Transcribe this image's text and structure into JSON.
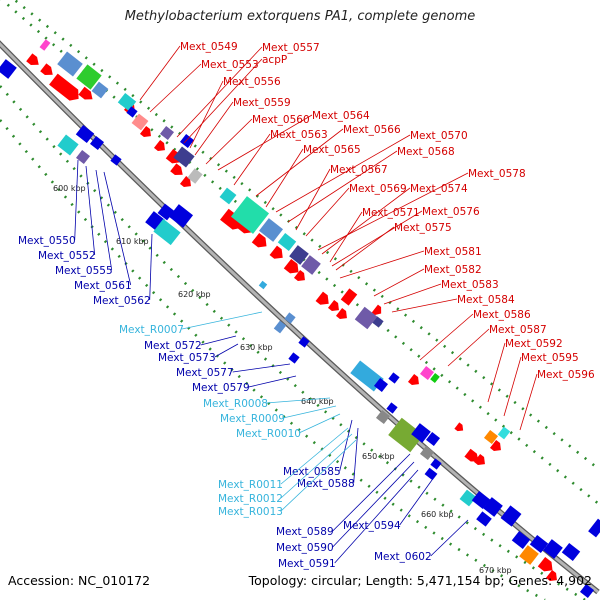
{
  "title": "Methylobacterium extorquens PA1, complete genome",
  "footer": {
    "accession": "Accession: NC_010172",
    "summary": "Topology: circular; Length: 5,471,154 bp; Genes: 4,902"
  },
  "colors": {
    "forward_label": "#d40000",
    "reverse_label": "#0000aa",
    "rna_label": "#36b4dc",
    "backbone": "#8c8c8c",
    "tick_dots": "#2e8b2e"
  },
  "ticks": [
    "600 kbp",
    "610 kbp",
    "620 kbp",
    "630 kbp",
    "640 kbp",
    "650 kbp",
    "660 kbp",
    "670 kbp"
  ],
  "forward_labels": [
    "Mext_0549",
    "Mext_0553",
    "Mext_0557",
    "acpP",
    "Mext_0556",
    "Mext_0559",
    "Mext_0560",
    "Mext_0564",
    "Mext_0563",
    "Mext_0566",
    "Mext_0570",
    "Mext_0565",
    "Mext_0568",
    "Mext_0567",
    "Mext_0578",
    "Mext_0569",
    "Mext_0574",
    "Mext_0571",
    "Mext_0576",
    "Mext_0575",
    "Mext_0581",
    "Mext_0582",
    "Mext_0583",
    "Mext_0584",
    "Mext_0586",
    "Mext_0587",
    "Mext_0592",
    "Mext_0595",
    "Mext_0596"
  ],
  "reverse_labels": [
    "Mext_0550",
    "Mext_0552",
    "Mext_0555",
    "Mext_0561",
    "Mext_0562",
    "Mext_0572",
    "Mext_0573",
    "Mext_0577",
    "Mext_0579",
    "Mext_0585",
    "Mext_0588",
    "Mext_0589",
    "Mext_0590",
    "Mext_0594",
    "Mext_0591",
    "Mext_0602"
  ],
  "rna_labels": [
    "Mext_R0007",
    "Mext_R0008",
    "Mext_R0009",
    "Mext_R0010",
    "Mext_R0011",
    "Mext_R0012",
    "Mext_R0013"
  ]
}
